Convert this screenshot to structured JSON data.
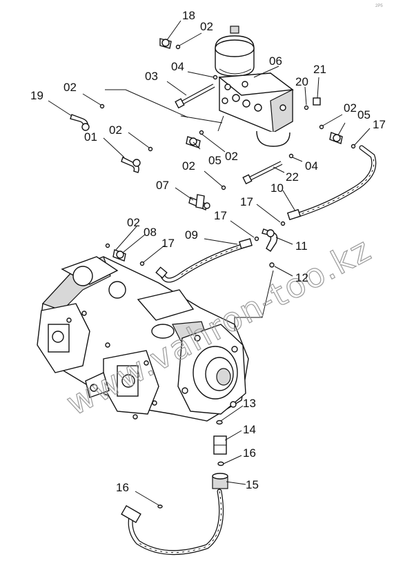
{
  "watermark": "www.vahron-too.kz",
  "corner_mark": "2P5",
  "callouts": [
    {
      "id": "c18",
      "label": "18"
    },
    {
      "id": "c02a",
      "label": "02"
    },
    {
      "id": "c06",
      "label": "06"
    },
    {
      "id": "c03",
      "label": "03"
    },
    {
      "id": "c04a",
      "label": "04"
    },
    {
      "id": "c20",
      "label": "20"
    },
    {
      "id": "c21",
      "label": "21"
    },
    {
      "id": "c19",
      "label": "19"
    },
    {
      "id": "c02b",
      "label": "02"
    },
    {
      "id": "c02c",
      "label": "02"
    },
    {
      "id": "c05a",
      "label": "05"
    },
    {
      "id": "c17a",
      "label": "17"
    },
    {
      "id": "c01",
      "label": "01"
    },
    {
      "id": "c02d",
      "label": "02"
    },
    {
      "id": "c05b",
      "label": "05"
    },
    {
      "id": "c02e",
      "label": "02"
    },
    {
      "id": "c04b",
      "label": "04"
    },
    {
      "id": "c02f",
      "label": "02"
    },
    {
      "id": "c22",
      "label": "22"
    },
    {
      "id": "c07",
      "label": "07"
    },
    {
      "id": "c10",
      "label": "10"
    },
    {
      "id": "c17b",
      "label": "17"
    },
    {
      "id": "c17c",
      "label": "17"
    },
    {
      "id": "c02g",
      "label": "02"
    },
    {
      "id": "c08",
      "label": "08"
    },
    {
      "id": "c09",
      "label": "09"
    },
    {
      "id": "c17d",
      "label": "17"
    },
    {
      "id": "c11",
      "label": "11"
    },
    {
      "id": "c12",
      "label": "12"
    },
    {
      "id": "c13",
      "label": "13"
    },
    {
      "id": "c14",
      "label": "14"
    },
    {
      "id": "c16a",
      "label": "16"
    },
    {
      "id": "c16b",
      "label": "16"
    },
    {
      "id": "c15",
      "label": "15"
    }
  ]
}
